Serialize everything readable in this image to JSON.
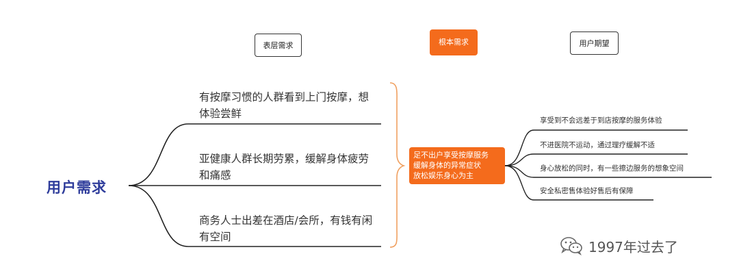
{
  "headers": {
    "surface": "表层需求",
    "core": "根本需求",
    "expect": "用户期望"
  },
  "root": "用户需求",
  "branches": [
    {
      "line1": "有按摩习惯的人群看到上门按摩，想",
      "line2": "体验尝鲜"
    },
    {
      "line1": "亚健康人群长期劳累，缓解身体疲劳",
      "line2": "和痛感"
    },
    {
      "line1": "商务人士出差在酒店/会所，有钱有闲",
      "line2": "有空间"
    }
  ],
  "center": {
    "line1": "足不出户享受按摩服务",
    "line2": "缓解身体的异常症状",
    "line3": "放松娱乐身心为主"
  },
  "expectations": [
    "享受到不会远差于到店按摩的服务体验",
    "不进医院不运动，通过理疗缓解不适",
    "身心放松的同时，有一些擦边服务的想象空间",
    "安全私密售体验好售后有保障"
  ],
  "watermark": {
    "icon": "wechat-icon",
    "text": "1997年过去了"
  },
  "colors": {
    "accent": "#f46b1c",
    "root": "#2e3c9b",
    "line": "#222222"
  }
}
